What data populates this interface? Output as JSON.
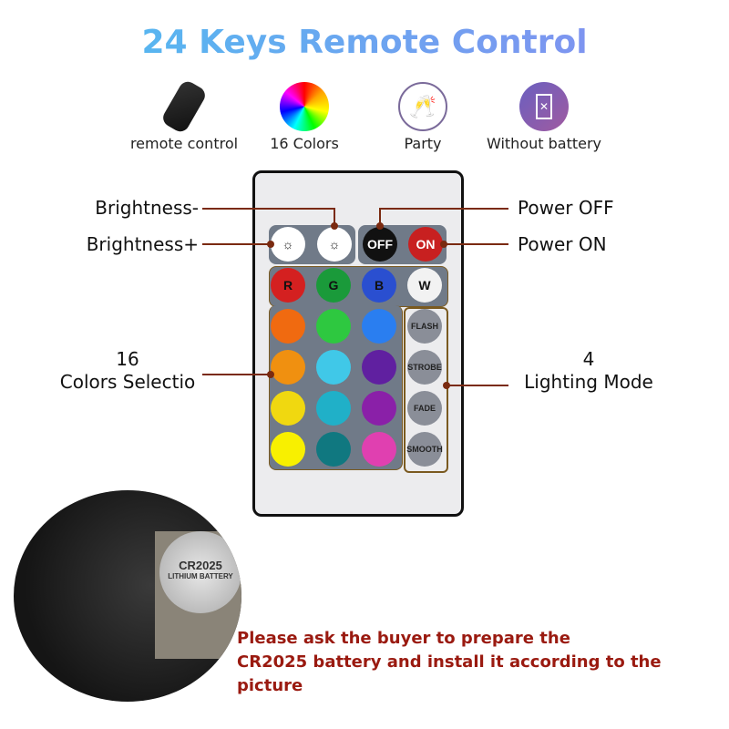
{
  "title": "24 Keys Remote Control",
  "features": [
    {
      "label": "remote control",
      "icon": "remote-icon"
    },
    {
      "label": "16 Colors",
      "icon": "color-wheel-icon"
    },
    {
      "label": "Party",
      "icon": "party-glasses-icon"
    },
    {
      "label": "Without battery",
      "icon": "no-battery-icon"
    }
  ],
  "callouts": {
    "brightness_minus": "Brightness-",
    "brightness_plus": "Brightness+",
    "power_off": "Power OFF",
    "power_on": "Power ON",
    "colors_count": "16",
    "colors_label": "Colors Selectio",
    "modes_count": "4",
    "modes_label": "Lighting Mode"
  },
  "remote": {
    "off": "OFF",
    "on": "ON",
    "color_rows": [
      [
        "R",
        "G",
        "B",
        "W"
      ],
      [
        "",
        "",
        ""
      ],
      [
        "",
        "",
        ""
      ],
      [
        "",
        "",
        ""
      ],
      [
        "",
        "",
        ""
      ]
    ],
    "color_hex": [
      [
        "#d42020",
        "#1a9a3a",
        "#2a4fd0",
        "#f2f2f2"
      ],
      [
        "#f06a10",
        "#2ec840",
        "#2a7ef0"
      ],
      [
        "#f09010",
        "#40c8e8",
        "#6020a0"
      ],
      [
        "#f0d810",
        "#20b0c8",
        "#8a20a8"
      ],
      [
        "#f8f000",
        "#107880",
        "#e040b0"
      ]
    ],
    "modes": [
      "FLASH",
      "STROBE",
      "FADE",
      "SMOOTH"
    ]
  },
  "battery": {
    "text": "CR2025",
    "sub": "LITHIUM BATTERY"
  },
  "note": {
    "line1": "Please ask the buyer to prepare the",
    "line2": "CR2025 battery and install it according to the picture"
  }
}
